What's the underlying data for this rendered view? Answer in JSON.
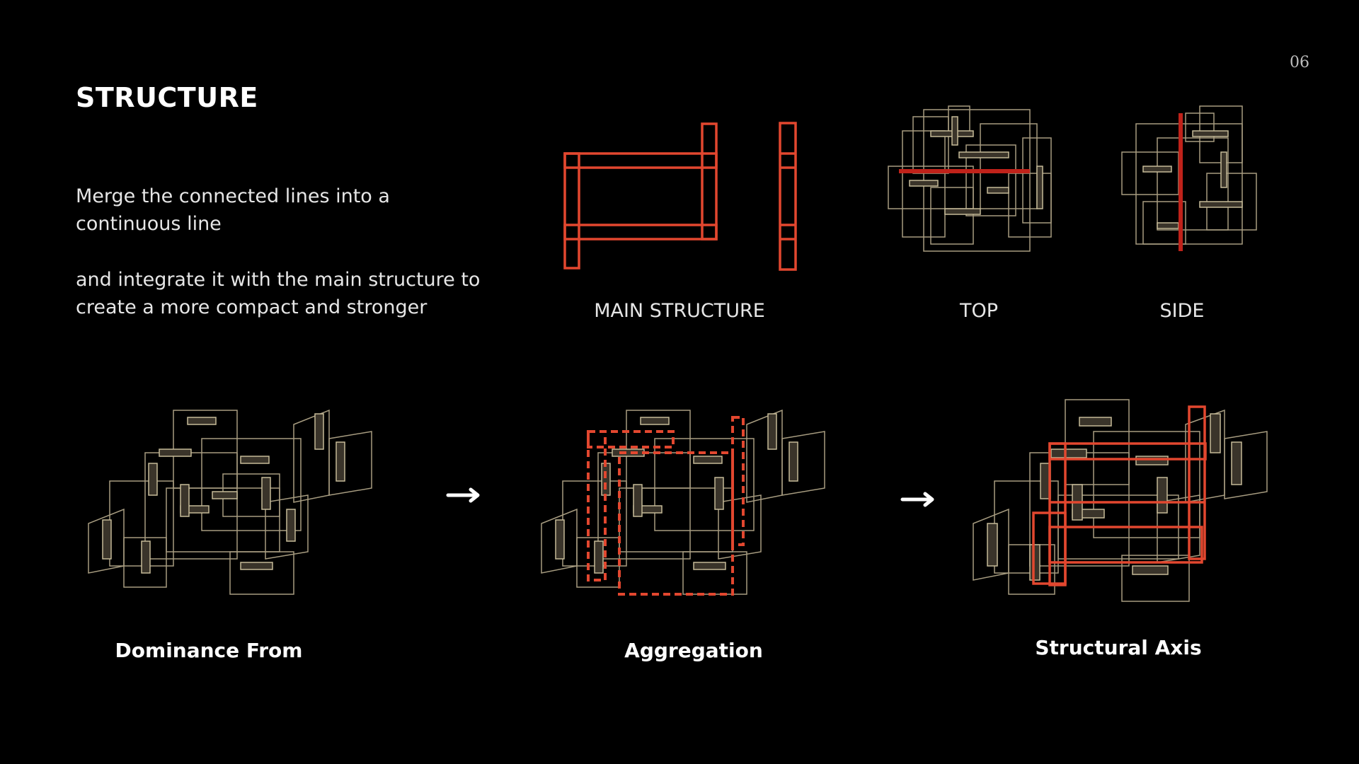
{
  "page_number": "06",
  "title": "STRUCTURE",
  "description": {
    "paragraph1": "Merge the connected lines into a continuous line",
    "paragraph2": "and integrate it with the main structure to create a more compact and stronger"
  },
  "top_row": {
    "captions": [
      "MAIN STRUCTURE",
      "TOP",
      "SIDE"
    ]
  },
  "bottom_row": {
    "captions": [
      "Dominance From",
      "Aggregation",
      "Structural Axis"
    ]
  },
  "colors": {
    "background": "#000000",
    "accent_red": "#e2472f",
    "structure_tan": "#a79c80"
  }
}
